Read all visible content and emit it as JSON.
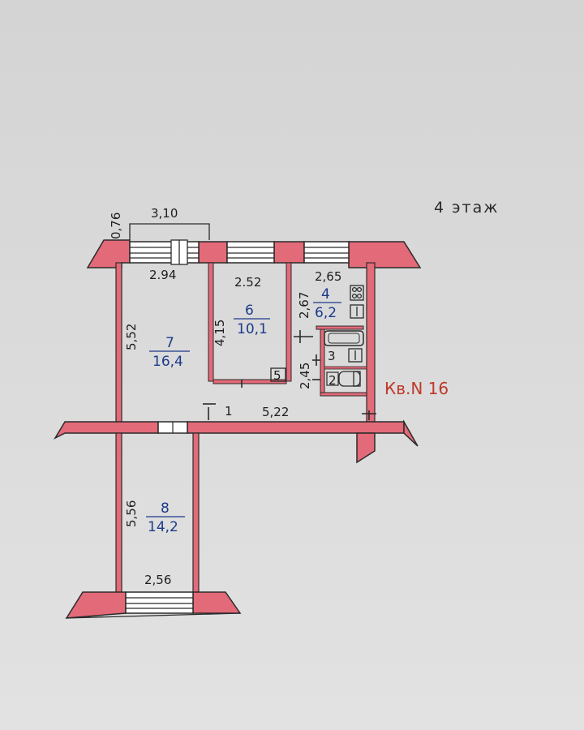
{
  "floor_label": "4 этаж",
  "apartment_label": "Кв.N 16",
  "colors": {
    "wall_fill": "#e36a78",
    "wall_line": "#2b2b2b",
    "room_number": "#1c3a8a",
    "apt_label": "#c0392b",
    "background": "#dcdcdc"
  },
  "rooms": [
    {
      "id": "1",
      "label": "1"
    },
    {
      "id": "2",
      "label": "2"
    },
    {
      "id": "3",
      "label": "3"
    },
    {
      "id": "4",
      "number": "4",
      "area": "6,2"
    },
    {
      "id": "5",
      "label": "5"
    },
    {
      "id": "6",
      "number": "6",
      "area": "10,1"
    },
    {
      "id": "7",
      "number": "7",
      "area": "16,4"
    },
    {
      "id": "8",
      "number": "8",
      "area": "14,2"
    }
  ],
  "dimensions": {
    "d076": "0,76",
    "d310": "3,10",
    "d294": "2.94",
    "d252": "2.52",
    "d265": "2,65",
    "d267": "2,67",
    "d552": "5,52",
    "d415": "4,15",
    "d245": "2,45",
    "d522": "5,22",
    "d556": "5,56",
    "d256": "2,56"
  }
}
